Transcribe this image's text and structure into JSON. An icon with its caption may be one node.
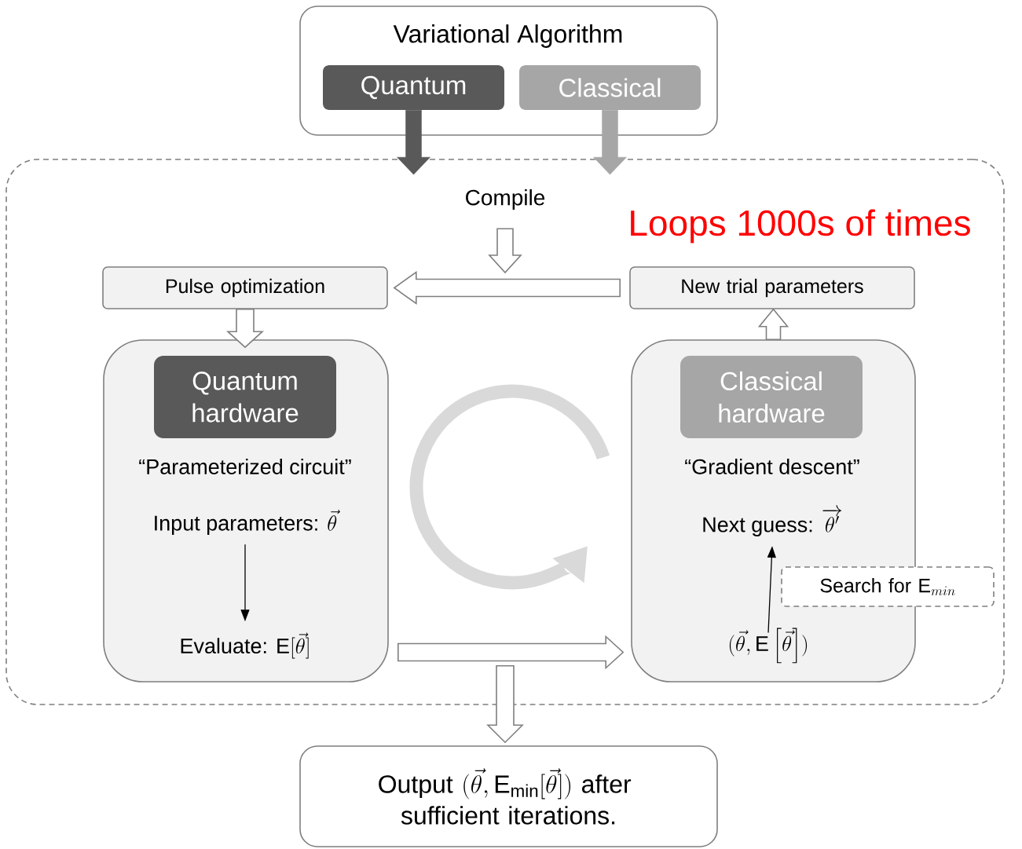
{
  "diagram": {
    "nodes": [
      {
        "text": [
          "Variational Algorithm"
        ]
      },
      {
        "text": [
          "Quantum"
        ],
        "in": 0
      },
      {
        "text": [
          "Classical"
        ],
        "in": 0
      },
      {
        "text": [
          "Loops 1000s of times"
        ]
      },
      {
        "text": [
          "Compile"
        ],
        "in": 3
      },
      {
        "text": [
          "Pulse optimization"
        ],
        "in": 3
      },
      {
        "text": [
          "New trial parameters"
        ],
        "in": 3
      },
      {
        "text": [
          "“Parameterized circuit”"
        ],
        "in": 3
      },
      {
        "text": [
          "Quantum hardware"
        ],
        "in": 7
      },
      {
        "text": [
          "\\text{Input parameters: }\\vec{\\theta}"
        ],
        "in": 7
      },
      {
        "text": [
          "\\text{Evaluate: }\\mathrm{E}[\\vec{\\theta}]"
        ],
        "in": 7
      },
      {
        "text": [
          "“Gradient descent”"
        ],
        "in": 3
      },
      {
        "text": [
          "Classical hardware"
        ],
        "in": 11
      },
      {
        "text": [
          "\\text{Next guess: }\\overrightarrow{\\theta'}"
        ],
        "in": 11
      },
      {
        "text": [
          "(\\vec{\\theta},\\mathrm{E}\\left[\\vec{\\theta}\\right])"
        ],
        "in": 11
      },
      {
        "text": [
          "\\text{Search for }\\mathrm{E}_{min}"
        ],
        "in": 3
      },
      {
        "text": [
          "\\text{Output }(\\vec{\\theta},\\mathrm{E}_{\\mathrm{min}}[\\vec{\\theta}])\\text{ after }\\allowbreak\\text{sufficient iterations.}"
        ]
      }
    ],
    "edges": [
      {
        "from": 1,
        "to": 3,
        "arrow": "to",
        "style": "thick",
        "color": "#595959"
      },
      {
        "from": 2,
        "to": 3,
        "arrow": "to",
        "style": "thick",
        "color": "#a6a6a6"
      },
      {
        "from": 4,
        "to": null,
        "arrow": "to"
      },
      {
        "from": 6,
        "to": 5,
        "arrow": "to"
      },
      {
        "from": 5,
        "to": 7,
        "arrow": "to"
      },
      {
        "from": 9,
        "to": 10,
        "arrow": "to",
        "color": "#000000"
      },
      {
        "from": 14,
        "to": 13,
        "arrow": "to",
        "color": "#000000"
      },
      {
        "from": 11,
        "to": 6,
        "arrow": "to"
      },
      {
        "from": 7,
        "to": 11,
        "arrow": "to"
      },
      {
        "from": 3,
        "to": 16,
        "arrow": "to"
      }
    ]
  }
}
